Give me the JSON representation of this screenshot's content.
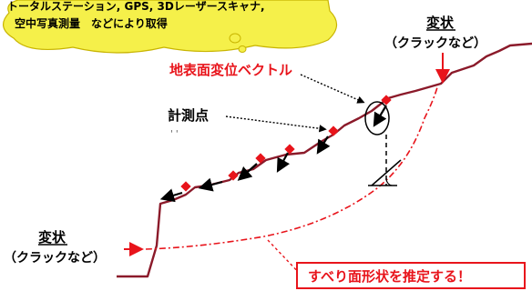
{
  "cloud": {
    "line1": "トータルステーション, GPS, 3Dレーザースキャナ,",
    "line2": "空中写真測量　などにより取得",
    "fill": "#f5f04a"
  },
  "deformation_right": {
    "title": "変状",
    "subtitle": "（クラックなど）"
  },
  "deformation_left": {
    "title": "変状",
    "subtitle": "（クラックなど）"
  },
  "vector_label": "地表面変位ベクトル",
  "point_label": "計測点",
  "banner": "すべり面形状を推定する！",
  "colors": {
    "accent": "#e8141b",
    "ground": "#8b1a2a",
    "point": "#e8141b"
  }
}
